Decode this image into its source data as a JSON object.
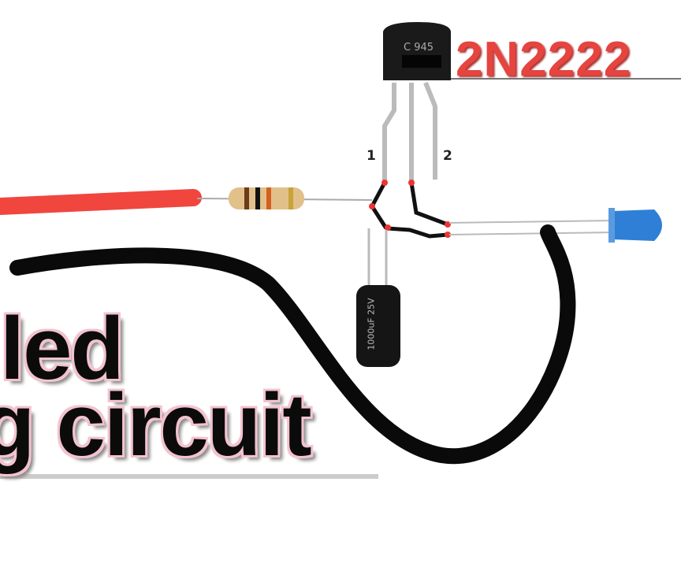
{
  "title_part": "2N2222",
  "transistor_marking": "C 945",
  "pin_labels": [
    "1",
    "2"
  ],
  "capacitor_marking": "1000uF 25V",
  "overlay_text": {
    "line1": "led",
    "line2": "g circuit"
  },
  "colors": {
    "wire_red": "#f0463e",
    "wire_black": "#0a0a0a",
    "title": "#e5443f",
    "led": "#2f7fd6",
    "text_outline": "#f3c3cf"
  }
}
